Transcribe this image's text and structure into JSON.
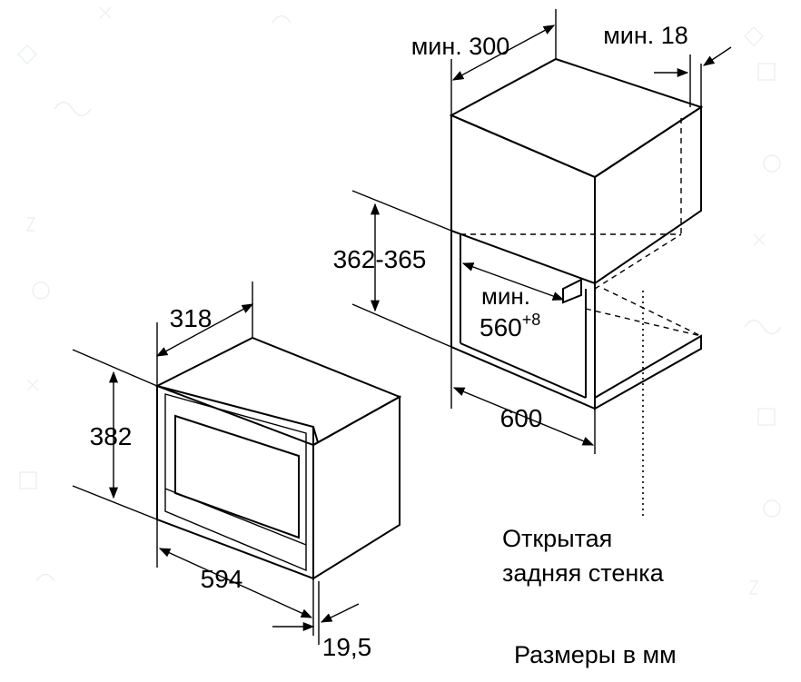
{
  "oven": {
    "depth_label": "318",
    "height_label": "382",
    "width_label": "594",
    "front_label": "19,5"
  },
  "cabinet": {
    "min_depth_label": "мин. 300",
    "min_gap_label": "мин. 18",
    "niche_height_label": "362-365",
    "niche_width_label": "600",
    "min_depth_niche_label_line1": "мин.",
    "min_depth_niche_value": "560",
    "min_depth_niche_tolerance": "+8"
  },
  "notes": {
    "open_back_line1": "Открытая",
    "open_back_line2": "задняя стенка",
    "units": "Размеры в мм"
  },
  "colors": {
    "line": "#000000",
    "background": "#ffffff",
    "decor": "#e6ecee"
  }
}
